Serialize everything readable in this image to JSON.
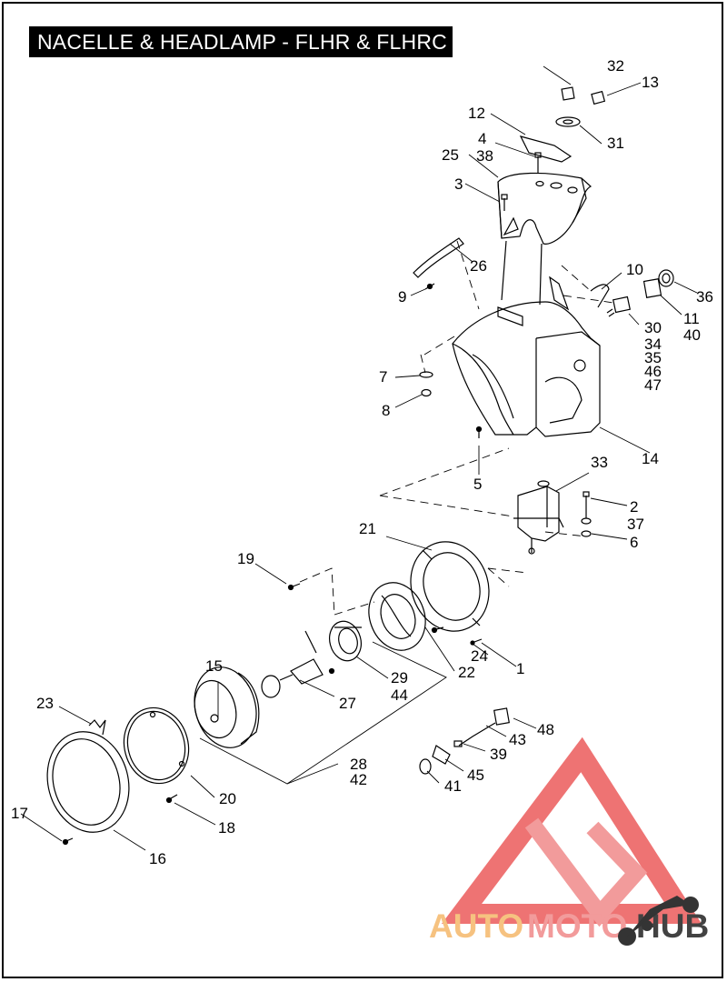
{
  "title": "NACELLE & HEADLAMP - FLHR & FLHRC",
  "callouts": [
    "1",
    "2",
    "3",
    "4",
    "5",
    "6",
    "7",
    "8",
    "9",
    "10",
    "11",
    "12",
    "13",
    "14",
    "15",
    "16",
    "17",
    "18",
    "19",
    "20",
    "21",
    "22",
    "23",
    "24",
    "25",
    "26",
    "27",
    "28",
    "29",
    "30",
    "31",
    "32",
    "33",
    "34",
    "35",
    "36",
    "37",
    "38",
    "39",
    "40",
    "41",
    "42",
    "43",
    "44",
    "45",
    "46",
    "47",
    "48"
  ],
  "watermark": {
    "part1": "AUTO",
    "part2": "MOTO",
    "part3": "HUB",
    "color_auto": "#f5b86a",
    "color_moto": "#f08a8a",
    "color_hub": "#222222",
    "triangle_color": "#ec5b5b"
  }
}
